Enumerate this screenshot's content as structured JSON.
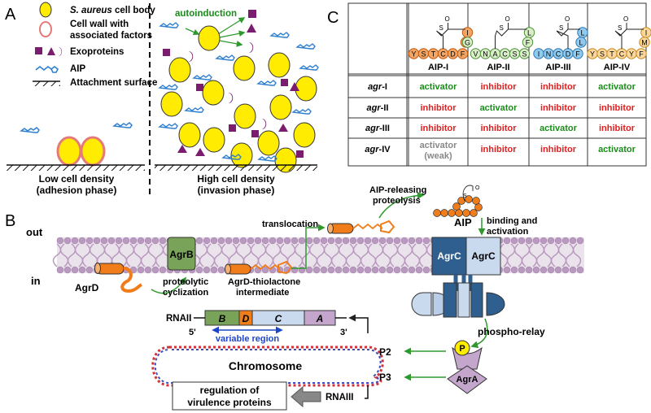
{
  "panel_labels": {
    "a": "A",
    "b": "B",
    "c": "C"
  },
  "legend": {
    "cell_body_pre": "S. aureus",
    "cell_body_post": " cell body",
    "cell_wall_line1": "Cell wall with",
    "cell_wall_line2": "associated factors",
    "exoproteins": "Exoproteins",
    "aip": "AIP",
    "attachment": "Attachment surface"
  },
  "phase_a": {
    "autoinduction": "autoinduction",
    "low_line1": "Low cell density",
    "low_line2": "(adhesion phase)",
    "high_line1": "High cell density",
    "high_line2": "(invasion phase)"
  },
  "table": {
    "columns": [
      "AIP-I",
      "AIP-II",
      "AIP-III",
      "AIP-IV"
    ],
    "peptides": [
      "YSTCDFIM",
      "GVNACSSLF",
      "INCDFLL",
      "YSTCYFIM"
    ],
    "rows": [
      {
        "agr": "agr",
        "suffix": "-I",
        "cells": [
          "activator",
          "inhibitor",
          "inhibitor",
          "activator"
        ]
      },
      {
        "agr": "agr",
        "suffix": "-II",
        "cells": [
          "inhibitor",
          "activator",
          "inhibitor",
          "inhibitor"
        ]
      },
      {
        "agr": "agr",
        "suffix": "-III",
        "cells": [
          "inhibitor",
          "inhibitor",
          "activator",
          "inhibitor"
        ]
      },
      {
        "agr": "agr",
        "suffix": "-IV",
        "cells": [
          "activator",
          "inhibitor",
          "inhibitor",
          "activator"
        ]
      }
    ],
    "weak_note": "(weak)",
    "atoms": {
      "s": "S",
      "o": "O"
    }
  },
  "panel_b": {
    "out": "out",
    "in": "in",
    "agrb": "AgrB",
    "agrd": "AgrD",
    "agrc": "AgrC",
    "agra": "AgrA",
    "p": "P",
    "aip": "AIP",
    "proteolytic_1": "proteolytic",
    "proteolytic_2": "cyclization",
    "thiolactone_1": "AgrD-thiolactone",
    "thiolactone_2": "intermediate",
    "translocation": "translocation",
    "releasing_1": "AIP-releasing",
    "releasing_2": "proteolysis",
    "binding_1": "binding and",
    "binding_2": "activation",
    "phospho": "phospho-relay",
    "rnaii": "RNAII",
    "five_prime": "5'",
    "three_prime": "3'",
    "genes": [
      "B",
      "D",
      "C",
      "A"
    ],
    "variable": "variable region",
    "chromosome": "Chromosome",
    "p2": "P2",
    "p3": "P3",
    "rnaiii": "RNAIII",
    "reg_1": "regulation of",
    "reg_2": "virulence proteins"
  },
  "colors": {
    "cell": "#ffec00",
    "exoprotein": "#7b1d6f",
    "aip_blue": "#2f7fd0",
    "activator": "#1a8c1a",
    "inhibitor": "#e02020",
    "weak": "#888888",
    "orange": "#f07d1a",
    "agrb": "#7aa35a",
    "agrc_dark": "#2e5f8f",
    "agrc_light": "#c9d9ee",
    "agra": "#c4a6cc",
    "arrow_green": "#2e9a2e"
  }
}
